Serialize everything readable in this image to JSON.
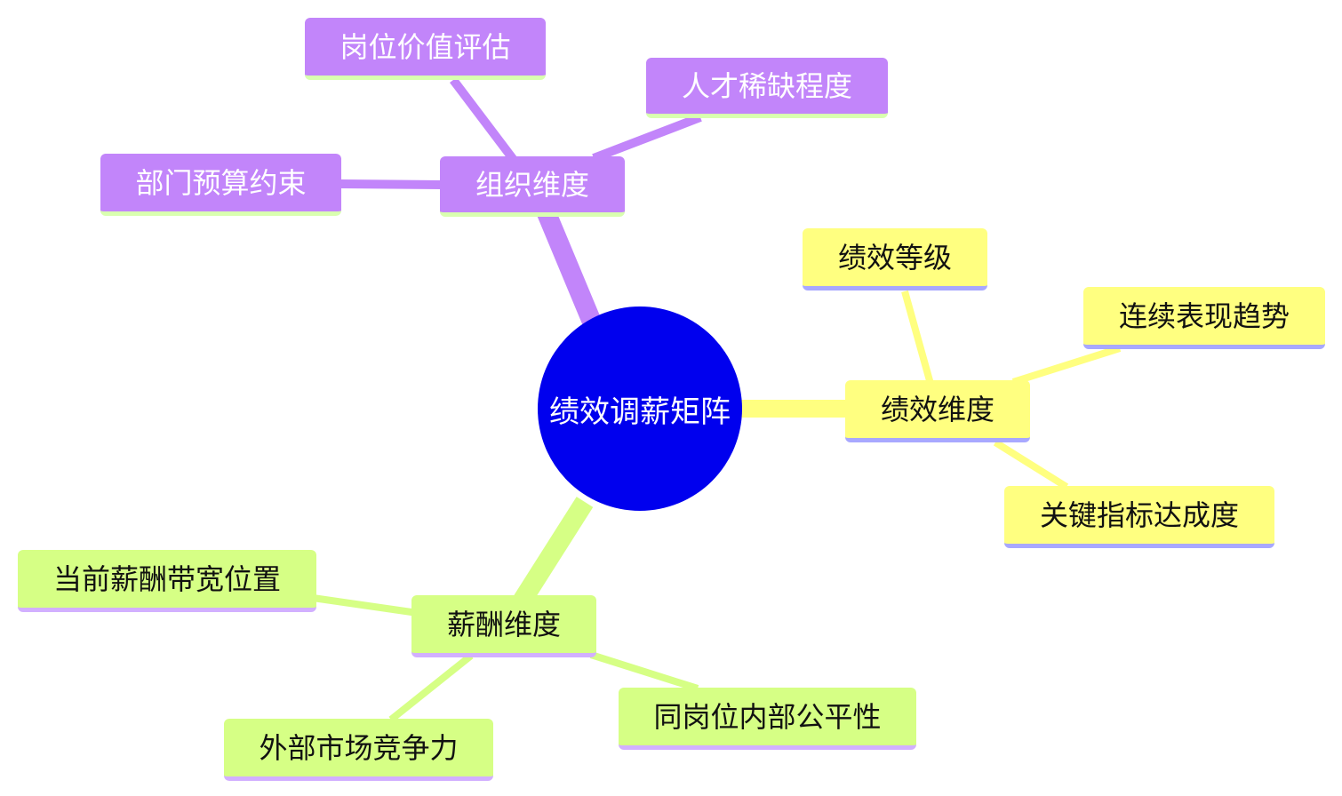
{
  "center": {
    "label": "绩效调薪矩阵",
    "color": "#0000ee"
  },
  "branches": {
    "org": {
      "label": "组织维度",
      "color": "#c285fa",
      "children": [
        "岗位价值评估",
        "人才稀缺程度",
        "部门预算约束"
      ]
    },
    "perf": {
      "label": "绩效维度",
      "color": "#ffff80",
      "children": [
        "绩效等级",
        "连续表现趋势",
        "关键指标达成度"
      ]
    },
    "pay": {
      "label": "薪酬维度",
      "color": "#d6ff85",
      "children": [
        "当前薪酬带宽位置",
        "同岗位内部公平性",
        "外部市场竞争力"
      ]
    }
  }
}
